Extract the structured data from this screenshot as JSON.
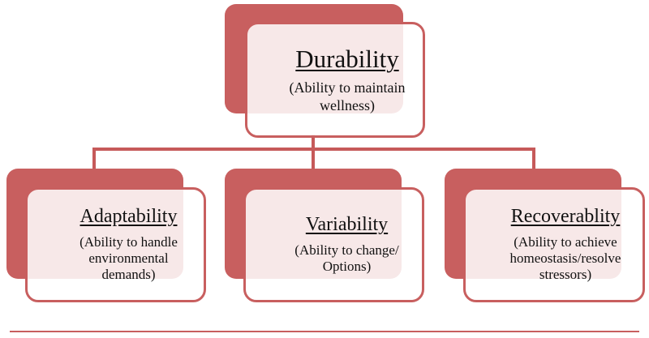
{
  "colors": {
    "accent": "#c85f5f",
    "connector": "#c65a5a",
    "text": "#111111"
  },
  "root": {
    "title": "Durability",
    "description": "(Ability to maintain wellness)"
  },
  "children": [
    {
      "title": "Adaptability",
      "description": "(Ability to handle environmental demands)"
    },
    {
      "title": "Variability",
      "description": "(Ability to change/ Options)"
    },
    {
      "title": "Recoverablity",
      "description": "(Ability to achieve homeostasis/resolve stressors)"
    }
  ]
}
